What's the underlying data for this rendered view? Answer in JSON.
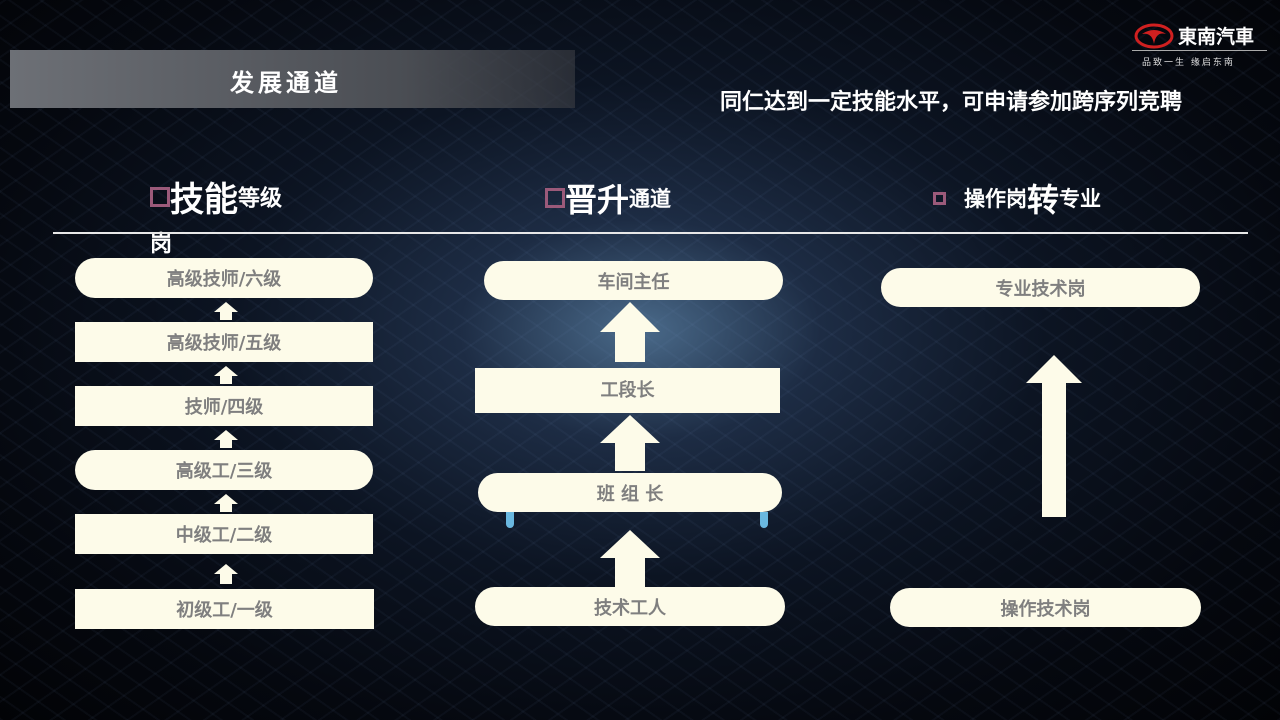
{
  "title": "发展通道",
  "subtitle": "同仁达到一定技能水平，可申请参加跨序列竞聘",
  "logo": {
    "name": "東南汽車",
    "slogan": "品致一生  缘启东南"
  },
  "columns": [
    {
      "title_big": "技能",
      "title_small": "等级",
      "title_wrap": "岗",
      "levels": [
        "高级技师/六级",
        "高级技师/五级",
        "技师/四级",
        "高级工/三级",
        "中级工/二级",
        "初级工/一级"
      ]
    },
    {
      "title_big": "晋升",
      "title_small": "通道",
      "levels": [
        "车间主任",
        "工段长",
        "班 组 长",
        "技术工人"
      ]
    },
    {
      "title_a": "操作岗",
      "title_big": "转",
      "title_small": "专业",
      "levels": [
        "专业技术岗",
        "操作技术岗"
      ]
    }
  ]
}
